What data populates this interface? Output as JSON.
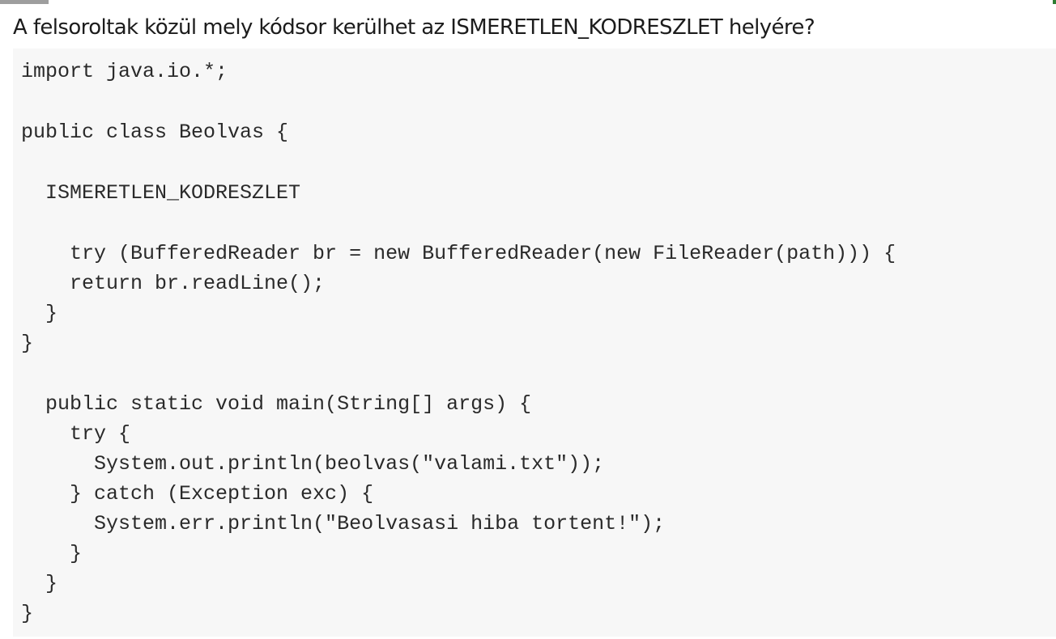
{
  "question": "A felsoroltak közül mely kódsor kerülhet az ISMERETLEN_KODRESZLET helyére?",
  "code": {
    "language": "java",
    "lines": [
      "import java.io.*;",
      "",
      "public class Beolvas {",
      "",
      "  ISMERETLEN_KODRESZLET",
      "",
      "    try (BufferedReader br = new BufferedReader(new FileReader(path))) {",
      "    return br.readLine();",
      "  }",
      "}",
      "",
      "  public static void main(String[] args) {",
      "    try {",
      "      System.out.println(beolvas(\"valami.txt\"));",
      "    } catch (Exception exc) {",
      "      System.err.println(\"Beolvasasi hiba tortent!\");",
      "    }",
      "  }",
      "}"
    ]
  }
}
